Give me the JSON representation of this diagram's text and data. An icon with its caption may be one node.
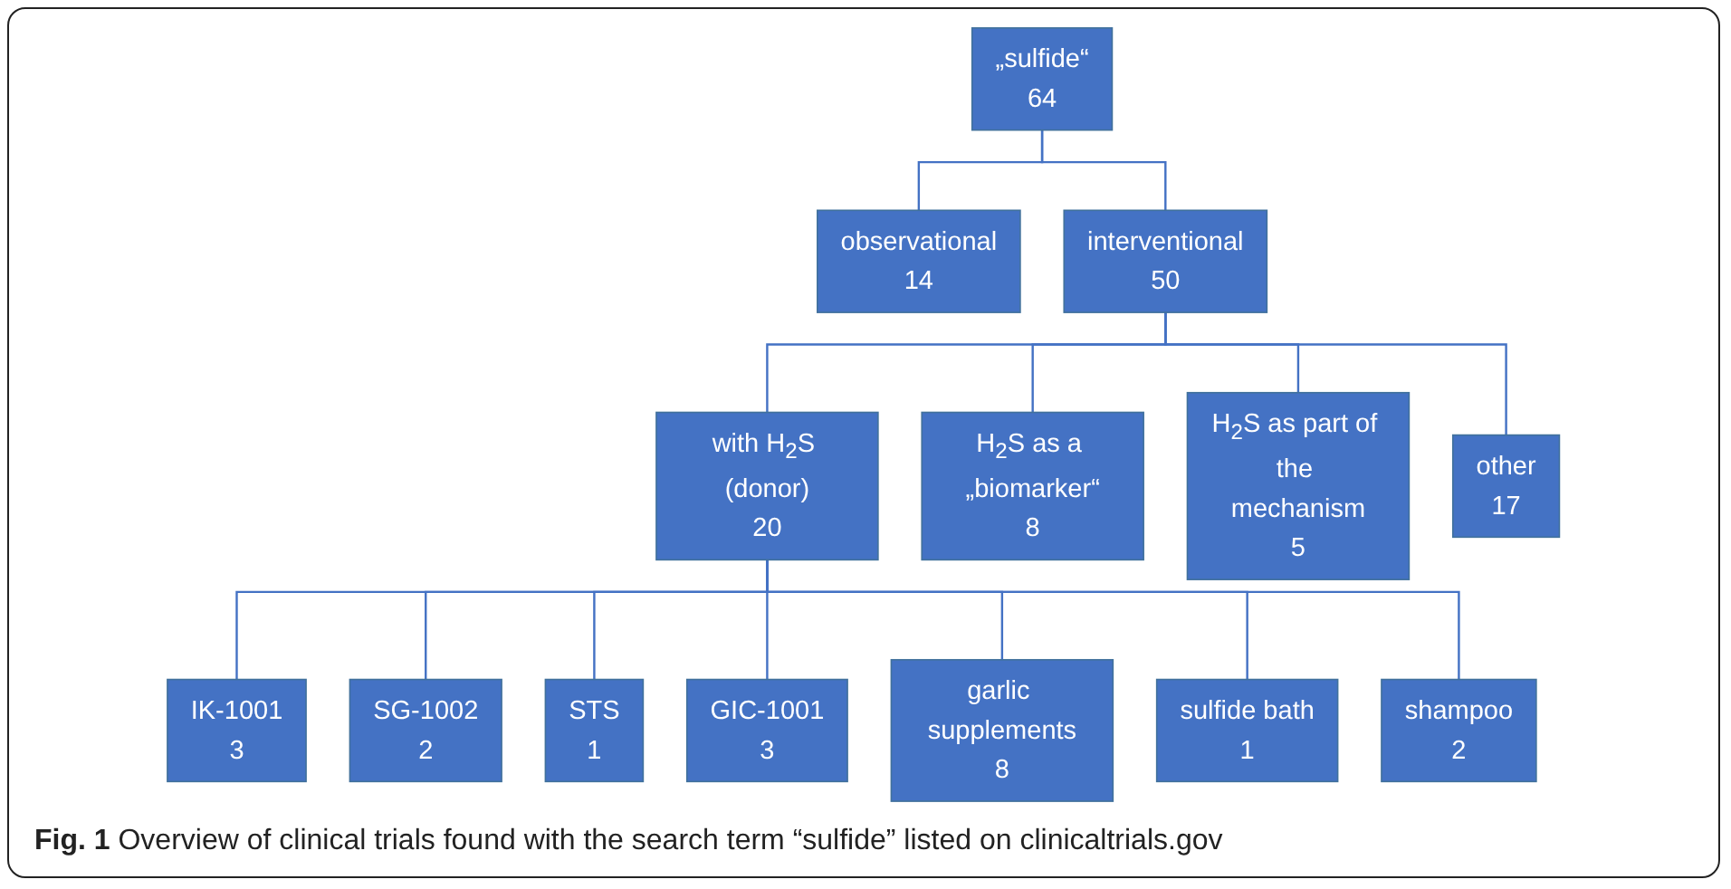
{
  "diagram": {
    "caption": "**Fig. 1** Overview of clinical trials found with the search term “sulfide” listed on clinicaltrials.gov",
    "nodes": [
      {
        "text": [
          "„sulfide“",
          "64"
        ]
      },
      {
        "text": [
          "observational",
          "14"
        ]
      },
      {
        "text": [
          "interventional",
          "50"
        ]
      },
      {
        "text": [
          "with H$_{2}$S (donor)",
          "20"
        ]
      },
      {
        "text": [
          "H$_{2}$S as a „biomarker“",
          "8"
        ]
      },
      {
        "text": [
          "H$_{2}$S as part of the mechanism",
          "5"
        ]
      },
      {
        "text": [
          "other",
          "17"
        ]
      },
      {
        "text": [
          "IK-1001",
          "3"
        ]
      },
      {
        "text": [
          "SG-1002",
          "2"
        ]
      },
      {
        "text": [
          "STS",
          "1"
        ]
      },
      {
        "text": [
          "GIC-1001",
          "3"
        ]
      },
      {
        "text": [
          "garlic supplements",
          "8"
        ]
      },
      {
        "text": [
          "sulfide bath",
          "1"
        ]
      },
      {
        "text": [
          "shampoo",
          "2"
        ]
      }
    ],
    "edges": [
      {
        "from": 0,
        "to": 1,
        "arrow": "none"
      },
      {
        "from": 0,
        "to": 2,
        "arrow": "none"
      },
      {
        "from": 2,
        "to": 3,
        "arrow": "none"
      },
      {
        "from": 2,
        "to": 4,
        "arrow": "none"
      },
      {
        "from": 2,
        "to": 5,
        "arrow": "none"
      },
      {
        "from": 2,
        "to": 6,
        "arrow": "none"
      },
      {
        "from": 3,
        "to": 7,
        "arrow": "none"
      },
      {
        "from": 3,
        "to": 8,
        "arrow": "none"
      },
      {
        "from": 3,
        "to": 9,
        "arrow": "none"
      },
      {
        "from": 3,
        "to": 10,
        "arrow": "none"
      },
      {
        "from": 3,
        "to": 11,
        "arrow": "none"
      },
      {
        "from": 3,
        "to": 12,
        "arrow": "none"
      },
      {
        "from": 3,
        "to": 13,
        "arrow": "none"
      }
    ]
  }
}
